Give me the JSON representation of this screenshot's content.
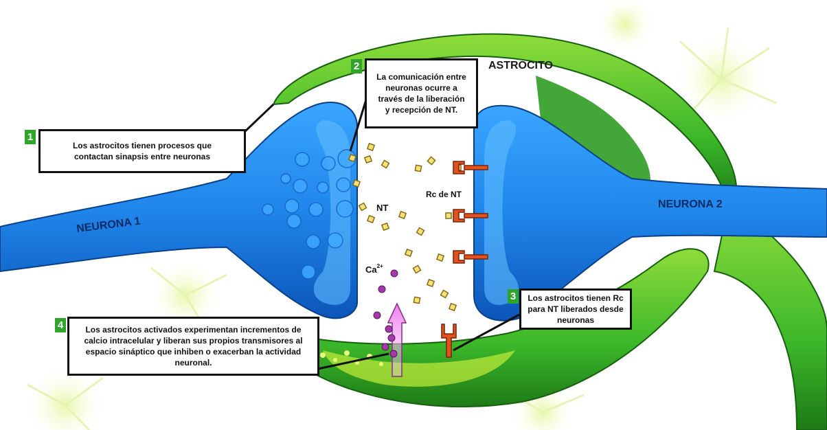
{
  "labels": {
    "astrocito": "ASTROCITO",
    "neurona1": "NEURONA 1",
    "neurona2": "NEURONA 2",
    "nt": "NT",
    "rc_nt": "Rc de NT",
    "ca": "Ca",
    "ca_sup": "2+"
  },
  "callouts": [
    {
      "number": "1",
      "text": "Los astrocitos tienen procesos que contactan sinapsis entre neuronas"
    },
    {
      "number": "2",
      "text": "La comunicación entre neuronas ocurre a través de la liberación y recepción de NT."
    },
    {
      "number": "3",
      "text": "Los astrocitos tienen Rc para NT liberados desde neuronas"
    },
    {
      "number": "4",
      "text": "Los astrocitos activados experimentan incrementos de calcio intracelular y liberan sus propios transmisores al espacio sináptico que inhiben o exacerban la actividad neuronal."
    }
  ],
  "colors": {
    "neuron_blue": "#1f86ea",
    "neuron_dark": "#0d55b8",
    "astrocyte_green": "#3cb82a",
    "astrocyte_dark": "#1d7a16",
    "receptor_red": "#e0531f",
    "nt_yellow": "#f5e27a",
    "calcium_purple": "#a23aa8",
    "callout_number_green": "#2fa52a"
  }
}
